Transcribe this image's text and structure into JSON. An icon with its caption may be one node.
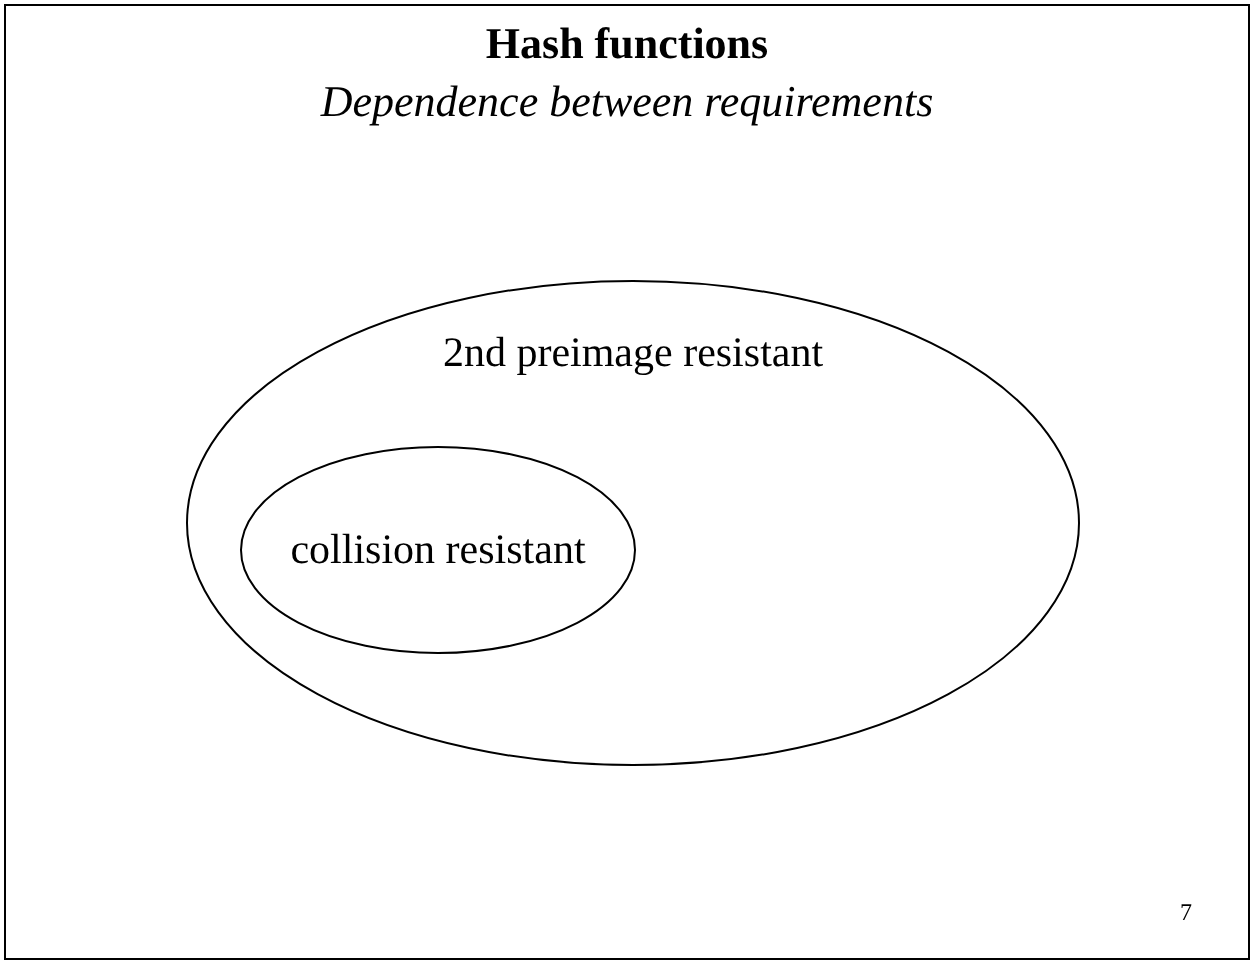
{
  "diagram": {
    "title": "Hash functions",
    "nodes": [
      {
        "text": [
          "2nd preimage resistant"
        ]
      },
      {
        "text": [
          "collision resistant"
        ],
        "in": 0
      }
    ],
    "labels": [
      "Dependence between requirements",
      "7"
    ]
  }
}
